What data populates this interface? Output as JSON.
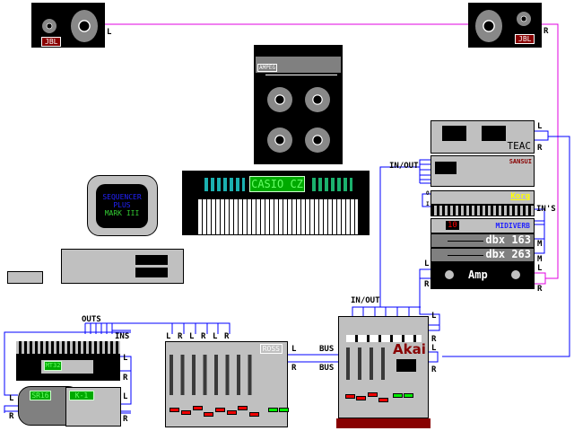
{
  "speakers": {
    "left": {
      "brand": "JBL",
      "channel": "L"
    },
    "right": {
      "brand": "JBL",
      "channel": "R"
    }
  },
  "bass_amp": {
    "brand": "AMPEG"
  },
  "keyboard": {
    "display": "CASIO CZ"
  },
  "computer": {
    "screen": [
      "SEQUENCER",
      "PLUS",
      "MARK III"
    ]
  },
  "rack": {
    "teac": "TEAC",
    "sansui": "SANSUI",
    "korg": "Korg",
    "midiverb": "MIDIVERB",
    "midiverb_display": "10",
    "dbx1": "dbx 163",
    "dbx2": "dbx 263",
    "amp": "Amp",
    "labels": {
      "in_out": "IN/OUT",
      "ins": "IN'S",
      "teac_l": "L",
      "teac_r": "R",
      "amp_l_in": "L",
      "amp_r_in": "R",
      "amp_l_out": "L",
      "amp_r_out": "R",
      "o": "O",
      "i": "I",
      "m1": "M",
      "m2": "M"
    }
  },
  "mt32": {
    "display": "MT32",
    "outs": "OUTS",
    "ins": "INS",
    "l": "L",
    "r": "R"
  },
  "sr16": {
    "display": "SR16",
    "l": "L",
    "r": "R"
  },
  "k1": {
    "display": "K-1",
    "l": "L",
    "r": "R"
  },
  "ross": {
    "brand": "ROSS",
    "inputs": [
      "L",
      "R",
      "L",
      "R",
      "L",
      "R"
    ],
    "out_l": "L",
    "out_r": "R"
  },
  "bus": {
    "l": "BUS",
    "r": "BUS"
  },
  "akai": {
    "brand": "Akai",
    "in_out": "IN/OUT",
    "l1": "L",
    "r1": "R",
    "l2": "L",
    "r2": "R"
  },
  "colors": {
    "wire_blue": "#0000ff",
    "wire_magenta": "#ff00ff",
    "maroon": "#800000"
  }
}
